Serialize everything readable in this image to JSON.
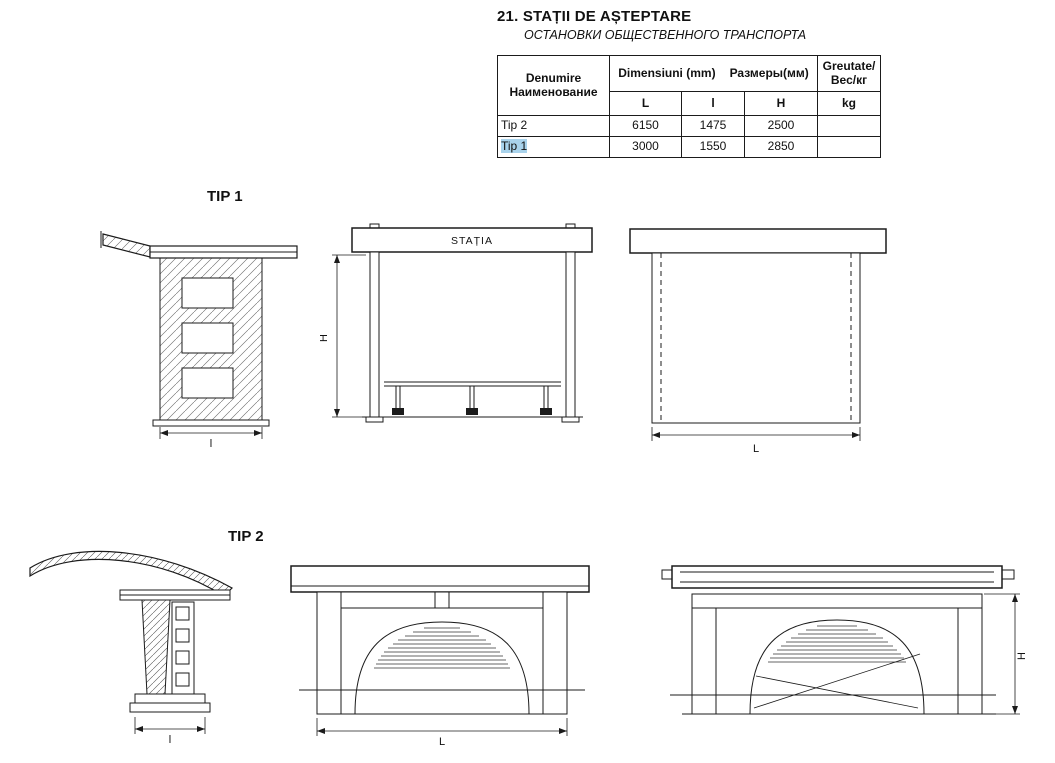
{
  "header": {
    "section_title": "21. STAȚII DE AȘTEPTARE",
    "subtitle_ru": "ОСТАНОВКИ ОБЩЕСТВЕННОГО ТРАНСПОРТА"
  },
  "table": {
    "col_name_ro": "Denumire",
    "col_name_ru": "Наименование",
    "col_dim_ro": "Dimensiuni (mm)",
    "col_dim_ru": "Размеры(мм)",
    "sub_col_L": "L",
    "sub_col_l": "l",
    "sub_col_H": "H",
    "col_weight_ro": "Greutate/",
    "col_weight_ru": "Вес/кг",
    "col_weight_unit": "kg",
    "rows": [
      {
        "name": "Tip 2",
        "L": "6150",
        "l": "1475",
        "H": "2500",
        "weight": "",
        "selected": false
      },
      {
        "name": "Tip 1",
        "L": "3000",
        "l": "1550",
        "H": "2850",
        "weight": "",
        "selected": true
      }
    ]
  },
  "drawings": {
    "tip1": {
      "label": "TIP 1",
      "sign_text": "STAȚIA",
      "dim_width": "l",
      "dim_height": "H",
      "dim_length": "L"
    },
    "tip2": {
      "label": "TIP 2",
      "dim_width": "l",
      "dim_length": "L",
      "dim_height": "H"
    }
  },
  "colors": {
    "selection_highlight": "#a9d3ec",
    "line_color": "#1b1b1b"
  }
}
